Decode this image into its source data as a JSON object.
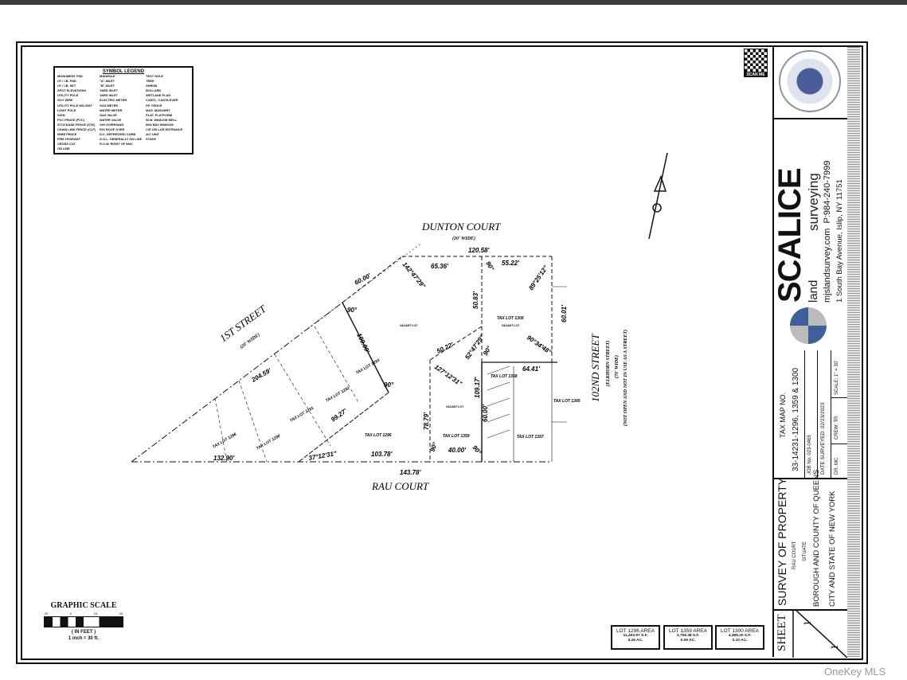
{
  "legend": {
    "title": "SYMBOL LEGEND",
    "columns": [
      [
        "MONUMENT FND",
        "I.P. / I.B. FND",
        "I.P. / I.B. SET",
        "SPOT ELEVATIONS",
        "UTILITY POLE",
        "GUY WIRE",
        "UTILITY POLE W/LIGHT",
        "LIGHT POLE",
        "SIGN",
        "PVC FENCE (PVC)",
        "STOCKADE FENCE (STK)",
        "CHAIN LINK FENCE (CLF)",
        "WIRE FENCE",
        "FIRE HYDRANT",
        "CROSS CUT",
        "ON LINE"
      ],
      [
        "MANHOLE",
        "\"A\"-INLET",
        "\"B\"-INLET",
        "YARD INLET",
        "YARD INLET",
        "ELECTRIC METER",
        "GAS METER",
        "WATER METER",
        "GAS VALVE",
        "WATER VALVE",
        "O/H OVERHANG",
        "R/O ROOF OVER",
        "D.C. DEPRESSED CURB",
        "G.O.L. GENERALLY ON LINE",
        "R.O.W. RIGHT OF WAY"
      ],
      [
        "TEST HOLE",
        "TREE",
        "SHRUB",
        "BOLLARD",
        "WETLAND FLAG",
        "CANTL. CANTILEVER",
        "FE. FENCE",
        "MAS. MASONRY",
        "PLAT. PLATFORM",
        "W.W. WINDOW WELL",
        "B/W BAY WINDOW",
        "C/E CELLAR ENTRANCE",
        "A/C UNIT",
        "STAKE"
      ]
    ]
  },
  "qr": {
    "label": "SCAN ME"
  },
  "company": {
    "name": "SCALICE",
    "sub1": "land",
    "sub2": "surveying",
    "website": "mjslandsurvey.com",
    "phone": "P:984-240-7999",
    "address": "1 South Bay Avenue,  Islip,  NY 11751"
  },
  "title_block": {
    "tax_map_label": "TAX MAP NO.",
    "tax_map_value": "33-14231-1296, 1359 & 1300",
    "job_no": "JOB No. 023-0465",
    "date_surveyed": "DATE SURVEYED: 02/23/2023",
    "drawn_by": "DR. MC",
    "crew": "CREW: TR",
    "scale": "SCALE: 1\" = 30'",
    "survey_title": "SURVEY OF PROPERTY",
    "street": "RAU COURT",
    "situate": "SITUATE",
    "borough": "BOROUGH AND COUNTY OF QUEENS",
    "city": "CITY AND STATE OF NEW YORK",
    "sheet_label": "SHEET",
    "sheet_number": "1",
    "sheet_total": "1"
  },
  "streets": {
    "dunton": "DUNTON COURT",
    "dunton_width": "(20' WIDE)",
    "first": "1ST STREET",
    "first_width": "(20' WIDE)",
    "rau": "RAU COURT",
    "st102": "102ND STREET",
    "st102_alt": "(ELKHORN STREET)",
    "st102_width": "(70' WIDE)",
    "st102_note": "(NOT OPEN AND NOT IN USE AS A STREET)"
  },
  "dimensions": {
    "d120_58": "120.58'",
    "d65_36": "65.36'",
    "d55_22": "55.22'",
    "d60_00a": "60.00'",
    "a142": "142°47'29\"",
    "a90a": "90°",
    "a90b": "90°",
    "a89": "89°25'12\"",
    "d50_83": "50.83'",
    "d60_01": "60.01'",
    "a90c": "90°34'48\"",
    "d50_22": "50.22'",
    "a52": "52°47'29\"",
    "a90d": "90°",
    "d100_00": "100.00'",
    "a90e": "90°",
    "a127": "127°12'31\"",
    "d64_41": "64.41'",
    "d109_17": "109.17'",
    "d60_00b": "60.00'",
    "d204_59": "204.59'",
    "d99_27": "99.27'",
    "d78_79": "78.79'",
    "a37": "37°12'31\"",
    "d103_78": "103.78'",
    "d40_00": "40.00'",
    "a90f": "90°",
    "a90g": "90°",
    "d132_90": "132.90'",
    "d143_78": "143.78'"
  },
  "lots": {
    "l1300": "TAX LOT 1300",
    "vacant1300": "VACANT LOT",
    "vacant1296": "VACANT LOT",
    "l1296": "TAX LOT 1296",
    "l1359": "TAX LOT 1359",
    "vacant1359": "VACANT LOT",
    "l1358": "TAX LOT 1358",
    "l1357": "TAX LOT 1357",
    "l1365": "TAX LOT 1365",
    "l1293": "TAX LOT 1293",
    "l1292": "TAX LOT 1292",
    "l1291": "TAX LOT 1291",
    "l1290": "TAX LOT 1290",
    "l1288": "TAX LOT 1288"
  },
  "scale_bar": {
    "title": "GRAPHIC SCALE",
    "ticks": [
      "30",
      "0",
      "15",
      "30"
    ],
    "unit": "( IN FEET )",
    "ratio": "1 inch = 30 ft."
  },
  "areas": [
    {
      "title": "LOT 1296 AREA",
      "sf": "11,403.97 S.F.",
      "ac": "0.26 AC."
    },
    {
      "title": "LOT 1359 AREA",
      "sf": "3,759.38 S.F.",
      "ac": "0.09 AC."
    },
    {
      "title": "LOT 1300 AREA",
      "sf": "4,385.20 S.F.",
      "ac": "0.10 AC."
    }
  ],
  "watermark": "OneKey MLS",
  "colors": {
    "ink": "#111111",
    "logo_blue": "#3e5f97",
    "seal_blue": "#4a5c9a"
  }
}
